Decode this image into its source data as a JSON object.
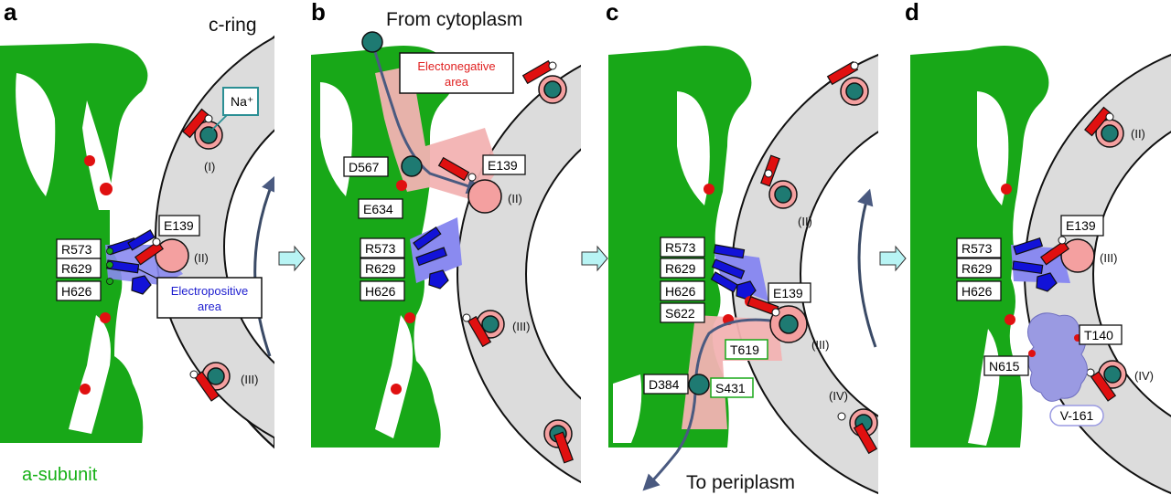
{
  "panels": {
    "a": {
      "letter": "a",
      "cring_label": "c-ring",
      "asubunit_label": "a-subunit",
      "na_label": "Na⁺",
      "e139": "E139",
      "r573": "R573",
      "r629": "R629",
      "h626": "H626",
      "electropositive": [
        "Electropositive",
        "area"
      ],
      "stage_1": "(I)",
      "stage_2": "(II)",
      "stage_3": "(III)"
    },
    "b": {
      "letter": "b",
      "from_cytoplasm": "From cytoplasm",
      "electronegative": [
        "Electonegative",
        "area"
      ],
      "d567": "D567",
      "e634": "E634",
      "e139": "E139",
      "r573": "R573",
      "r629": "R629",
      "h626": "H626",
      "stage_2": "(II)",
      "stage_3": "(III)"
    },
    "c": {
      "letter": "c",
      "to_periplasm": "To periplasm",
      "r573": "R573",
      "r629": "R629",
      "h626": "H626",
      "s622": "S622",
      "e139": "E139",
      "t619": "T619",
      "d384": "D384",
      "s431": "S431",
      "stage_2": "(II)",
      "stage_3": "(III)",
      "stage_4": "(IV)"
    },
    "d": {
      "letter": "d",
      "e139": "E139",
      "r573": "R573",
      "r629": "R629",
      "h626": "H626",
      "t140": "T140",
      "n615": "N615",
      "v161": "V-161",
      "stage_2": "(II)",
      "stage_3": "(III)",
      "stage_4": "(IV)"
    }
  },
  "colors": {
    "a_subunit": "#18a818",
    "c_ring": "#dcdcdc",
    "sodium": "#1e7a72",
    "carboxylate_pink": "#f4a0a0",
    "electronegative": "#f2b2b2",
    "electropositive": "#8a8af0",
    "arginine_blue": "#1212d8",
    "red_mark": "#e01010",
    "arrow": "#3a4a66",
    "na_box": "#2b8f94",
    "inhibitor": "#9a9ae2",
    "transition_arrow": "#b8f4f4"
  }
}
